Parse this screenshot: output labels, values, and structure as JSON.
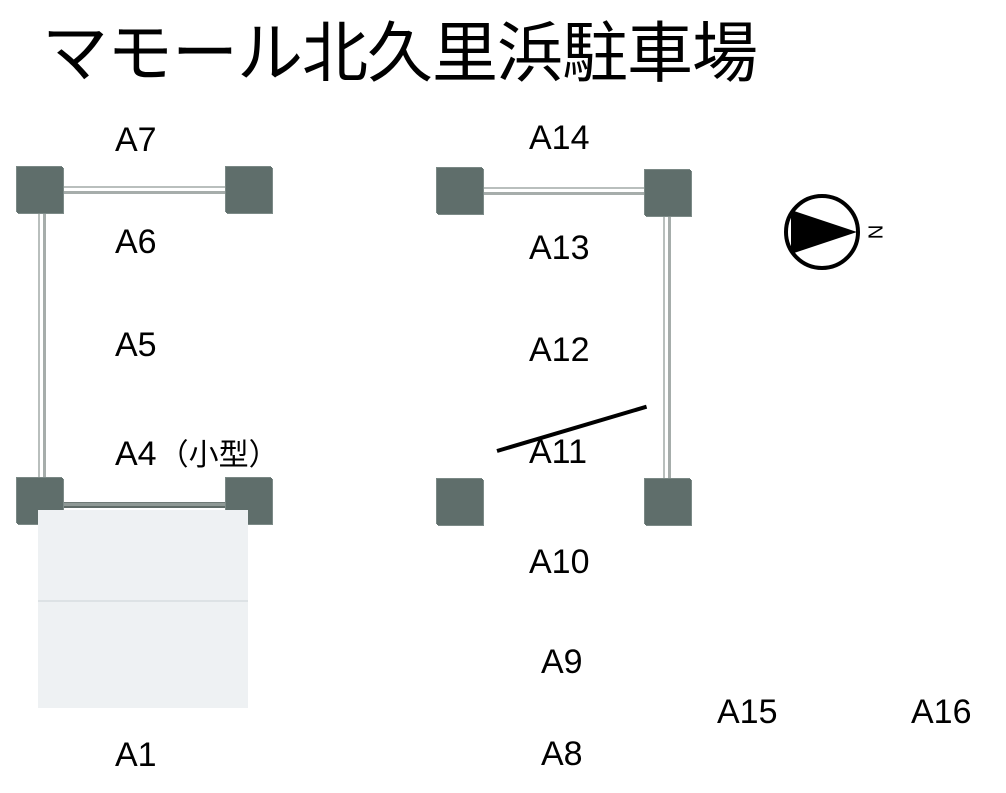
{
  "title": "マモール北久里浜駐車場",
  "compass": {
    "icon": "north-arrow-compass-icon",
    "direction_label": "N",
    "orientation": "north points right"
  },
  "parking_spaces": {
    "left_column": [
      {
        "id": "A7",
        "label": "A7"
      },
      {
        "id": "A6",
        "label": "A6"
      },
      {
        "id": "A5",
        "label": "A5"
      },
      {
        "id": "A4",
        "label": "A4",
        "note": "（小型）"
      },
      {
        "id": "A1",
        "label": "A1"
      }
    ],
    "middle_column": [
      {
        "id": "A14",
        "label": "A14"
      },
      {
        "id": "A13",
        "label": "A13"
      },
      {
        "id": "A12",
        "label": "A12"
      },
      {
        "id": "A11",
        "label": "A11",
        "crossed_out": true
      },
      {
        "id": "A10",
        "label": "A10"
      },
      {
        "id": "A9",
        "label": "A9"
      },
      {
        "id": "A8",
        "label": "A8"
      }
    ],
    "right_row": [
      {
        "id": "A15",
        "label": "A15"
      },
      {
        "id": "A16",
        "label": "A16"
      }
    ]
  },
  "colors": {
    "pillar": "#5f6e6b",
    "beam_outline": "#a6adab",
    "shaded_area": "#eef1f3",
    "text": "#000000",
    "background": "#ffffff"
  }
}
